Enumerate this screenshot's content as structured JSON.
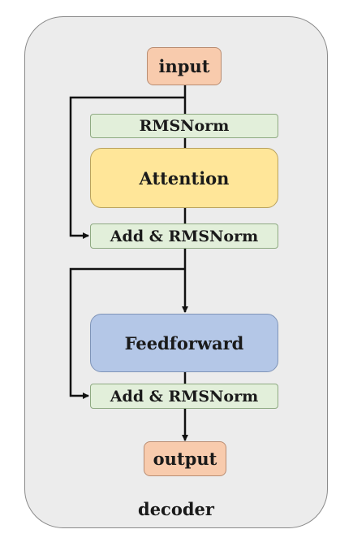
{
  "diagram": {
    "input_label": "input",
    "norm1_label": "RMSNorm",
    "attention_label": "Attention",
    "add_norm1_label": "Add & RMSNorm",
    "feedforward_label": "Feedforward",
    "add_norm2_label": "Add & RMSNorm",
    "output_label": "output",
    "container_label": "decoder"
  },
  "colors": {
    "io": "#f8cbad",
    "norm": "#e2efda",
    "attention": "#ffe699",
    "feedforward": "#b4c7e7",
    "container": "#ececec",
    "wire": "#111111"
  }
}
